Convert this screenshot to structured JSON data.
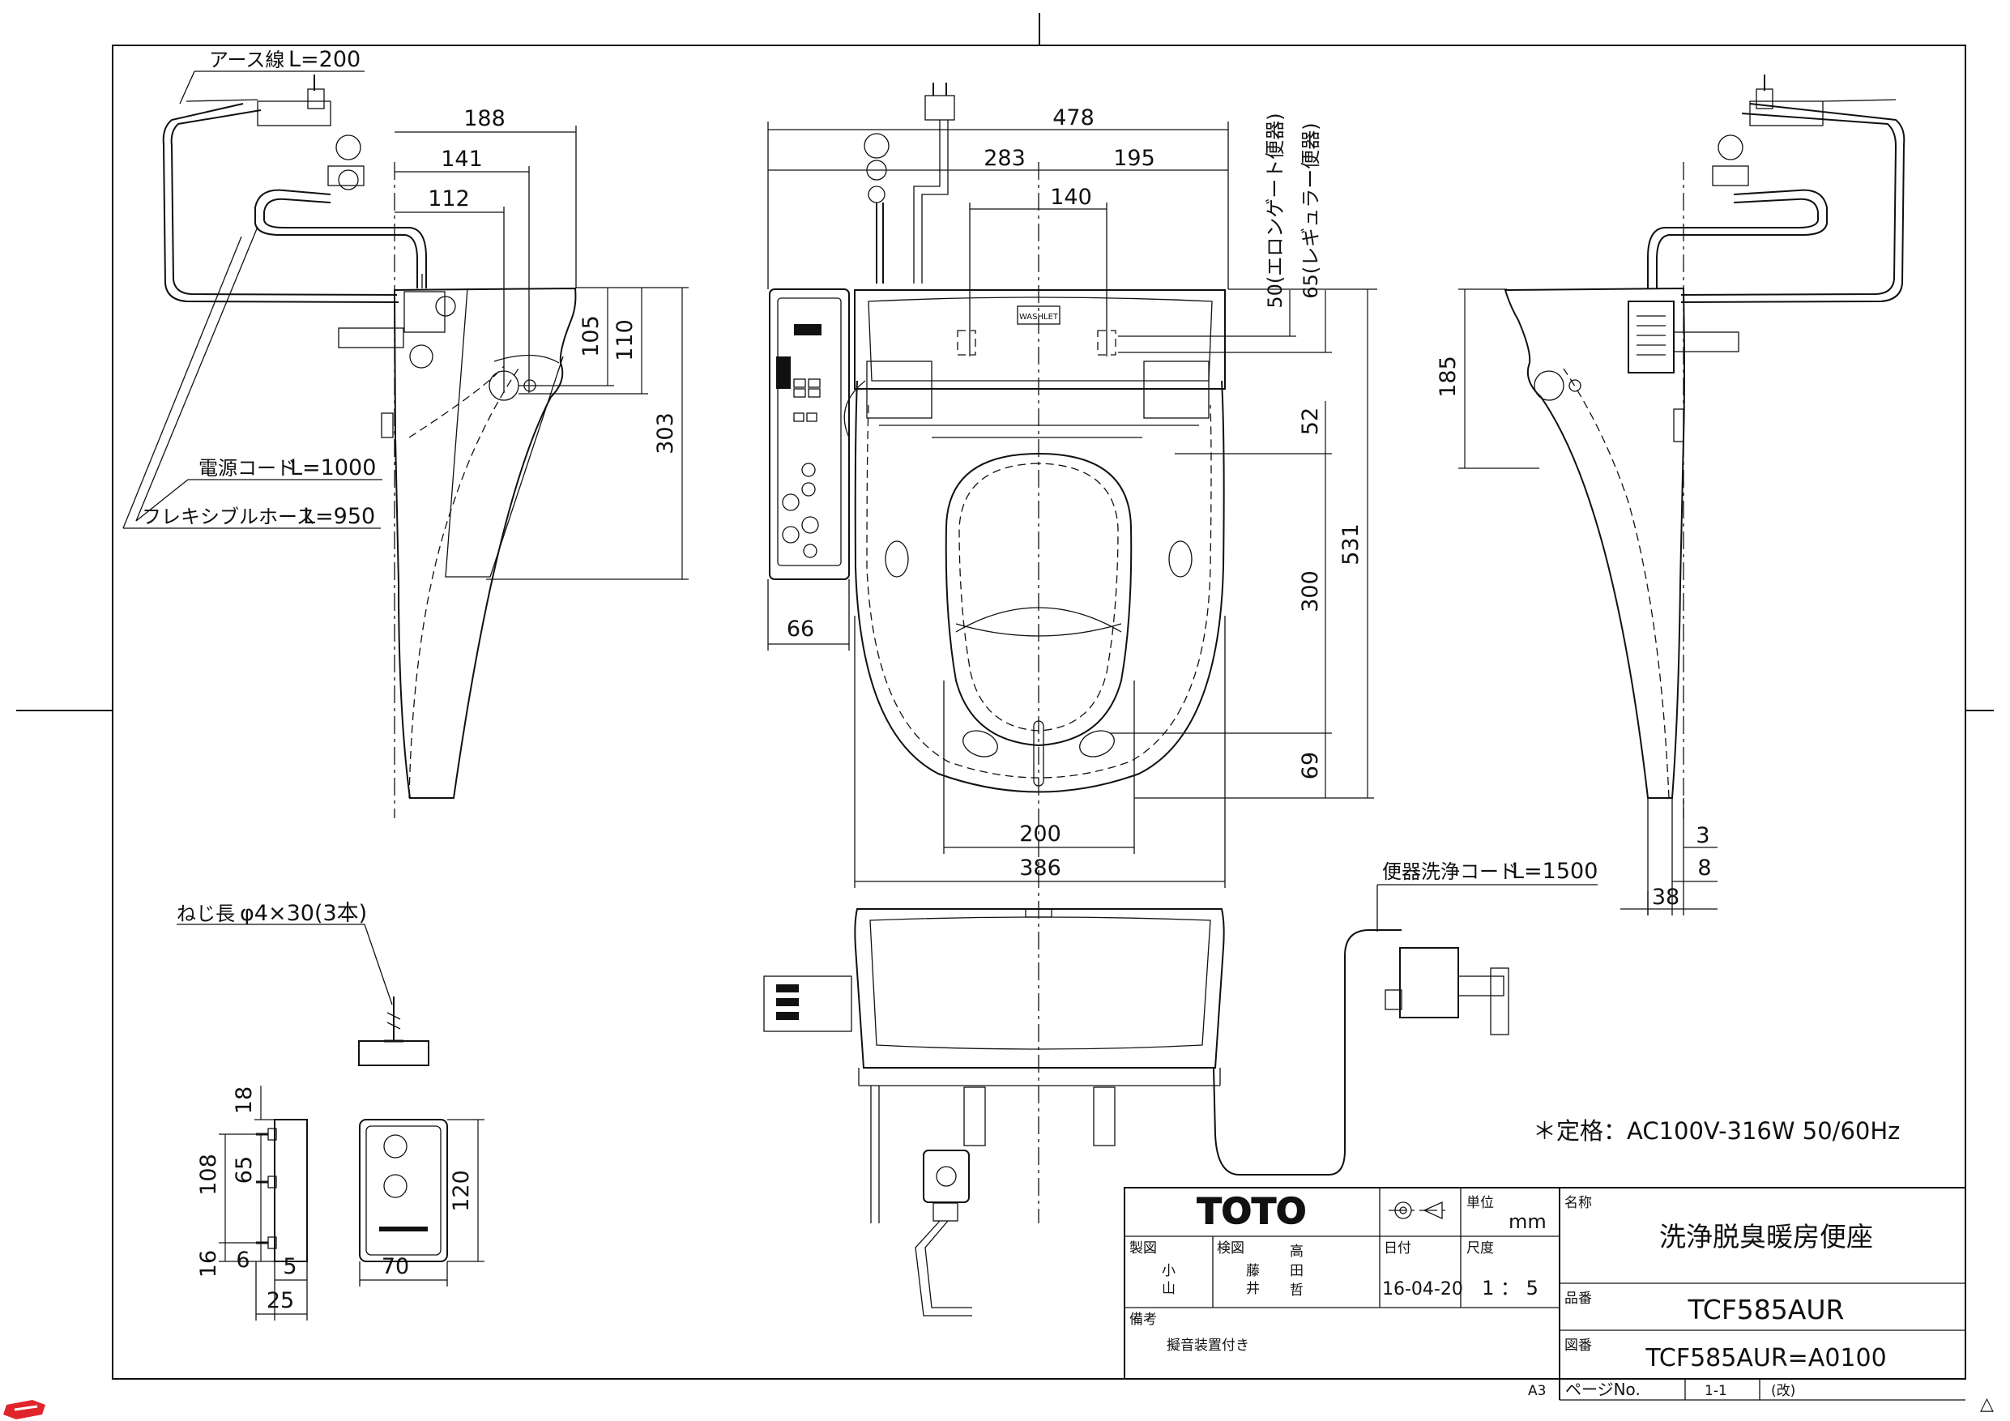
{
  "labels": {
    "earth_wire": "アース線",
    "earth_wire_len": "L=200",
    "power_cord": "電源コード",
    "power_cord_len": "L=1000",
    "flex_hose": "フレキシブルホース",
    "flex_hose_len": "L=950",
    "flush_cord": "便器洗浄コード",
    "flush_cord_len": "L=1500",
    "screw": "ねじ長",
    "screw_spec": "φ4×30(3本)",
    "rating": "＊定格：AC100V-316W 50/60Hz",
    "elongated": "50(エロンゲート便器)",
    "regular": "65(レギュラー便器)",
    "panel_text": "WASHLET"
  },
  "dims": {
    "d188": "188",
    "d141": "141",
    "d112": "112",
    "d105": "105",
    "d110": "110",
    "d303": "303",
    "d478": "478",
    "d283": "283",
    "d195": "195",
    "d140": "140",
    "d52": "52",
    "d531": "531",
    "d300": "300",
    "d69": "69",
    "d200": "200",
    "d386": "386",
    "d66": "66",
    "d185": "185",
    "d3": "3",
    "d8": "8",
    "d38": "38",
    "r18": "18",
    "r108": "108",
    "r65": "65",
    "r16": "16",
    "r6": "6",
    "r5": "5",
    "r25": "25",
    "r120": "120",
    "r70": "70"
  },
  "title_block": {
    "logo": "TOTO",
    "unit_label": "単位",
    "unit": "mm",
    "name_label": "名称",
    "name": "洗浄脱臭暖房便座",
    "made_label": "製図",
    "made_1": "小",
    "made_2": "山",
    "check_label": "検図",
    "check_1": "藤",
    "check_2": "井",
    "check_3": "高",
    "check_4": "田",
    "check_5": "哲",
    "date_label": "日付",
    "date": "16-04-20",
    "scale_label": "尺度",
    "scale": "1 ： 5",
    "part_label": "品番",
    "part": "TCF585AUR",
    "remark_label": "備考",
    "remark": "擬音装置付き",
    "drawing_label": "図番",
    "drawing": "TCF585AUR=A0100",
    "size": "A3",
    "page_label": "ページNo.",
    "page": "1-1",
    "rev": "(改)",
    "delta": "△"
  },
  "colors": {
    "line": "#111111",
    "accent": "#e0262b",
    "panel": "#cfcfcf"
  }
}
